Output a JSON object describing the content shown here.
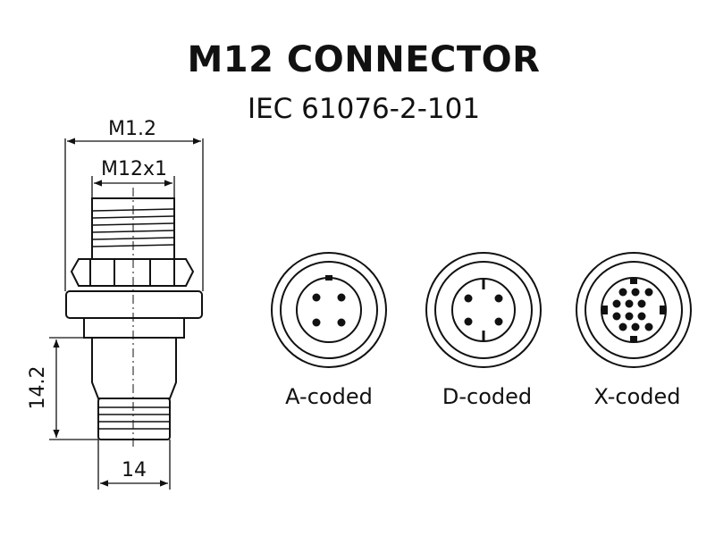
{
  "title": "M12 CONNECTOR",
  "subtitle": "IEC 61076-2-101",
  "dimensions": {
    "outer_width": "M1.2",
    "thread": "M12x1",
    "height": "14.2",
    "bottom_width": "14"
  },
  "codings": [
    {
      "label": "A-coded"
    },
    {
      "label": "D-coded"
    },
    {
      "label": "X-coded"
    }
  ]
}
